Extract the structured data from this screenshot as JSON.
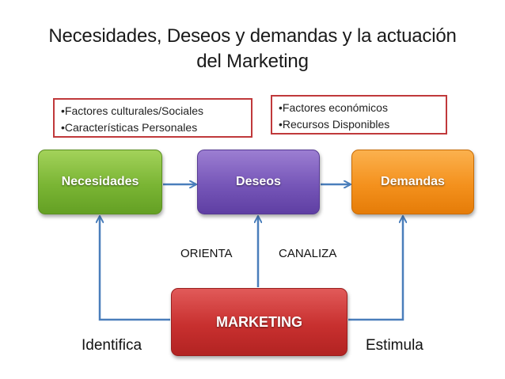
{
  "title": {
    "line1": "Necesidades, Deseos y demandas y la actuación",
    "line2": "del Marketing"
  },
  "notes": {
    "left": [
      "•Factores culturales/Sociales",
      "•Características Personales"
    ],
    "right": [
      "•Factores económicos",
      "•Recursos Disponibles"
    ]
  },
  "boxes": {
    "necesidades": "Necesidades",
    "deseos": "Deseos",
    "demandas": "Demandas",
    "marketing": "MARKETING"
  },
  "labels": {
    "orienta": "ORIENTA",
    "canaliza": "CANALIZA",
    "identifica": "Identifica",
    "estimula": "Estimula"
  },
  "colors": {
    "arrow": "#4a7ebb",
    "note_border": "#c0393b",
    "necesidades": "#7ab534",
    "deseos": "#7656b8",
    "demandas": "#f4911d",
    "marketing": "#c8302f"
  }
}
